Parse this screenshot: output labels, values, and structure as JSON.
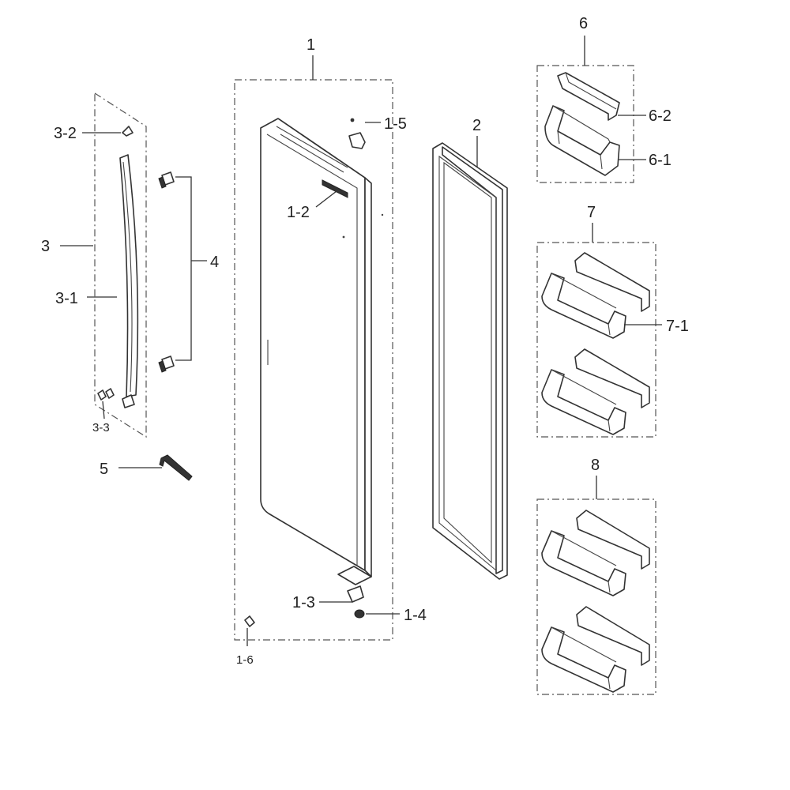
{
  "callouts": {
    "c1": "1",
    "c1_2": "1-2",
    "c1_3": "1-3",
    "c1_4": "1-4",
    "c1_5": "1-5",
    "c1_6": "1-6",
    "c2": "2",
    "c3": "3",
    "c3_1": "3-1",
    "c3_2": "3-2",
    "c3_3": "3-3",
    "c4": "4",
    "c5": "5",
    "c6": "6",
    "c6_1": "6-1",
    "c6_2": "6-2",
    "c7": "7",
    "c7_1": "7-1",
    "c8": "8"
  },
  "icons": {
    "door_panel": "door-panel-icon",
    "gasket": "door-gasket-icon",
    "handle": "door-handle-icon",
    "screw": "screw-icon",
    "hex_key": "hex-key-icon",
    "door_bin": "door-bin-icon",
    "hinge": "hinge-icon",
    "cap": "cap-icon"
  }
}
